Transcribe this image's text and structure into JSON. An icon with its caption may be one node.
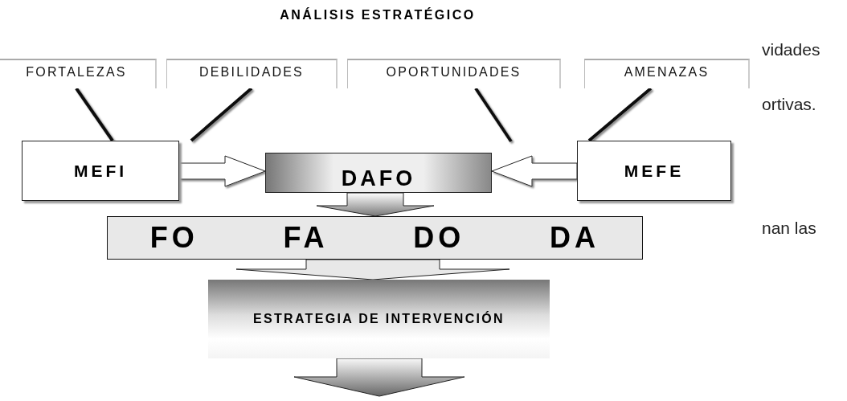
{
  "diagram": {
    "title": "ANÁLISIS ESTRATÉGICO",
    "nodes": [
      {
        "text": [
          "FORTALEZAS"
        ]
      },
      {
        "text": [
          "DEBILIDADES"
        ]
      },
      {
        "text": [
          "OPORTUNIDADES"
        ]
      },
      {
        "text": [
          "AMENAZAS"
        ]
      },
      {
        "text": [
          "MEFI"
        ]
      },
      {
        "text": [
          "DAFO"
        ]
      },
      {
        "text": [
          "MEFE"
        ]
      },
      {
        "text": [
          "FO",
          "FA",
          "DO",
          "DA"
        ]
      },
      {
        "text": [
          "ESTRATEGIA DE INTERVENCIÓN"
        ]
      }
    ],
    "edges": [
      {
        "from": 0,
        "to": 4,
        "arrow": "none"
      },
      {
        "from": 1,
        "to": 4,
        "arrow": "none"
      },
      {
        "from": 2,
        "to": null,
        "arrow": "none"
      },
      {
        "from": 3,
        "to": 6,
        "arrow": "none"
      },
      {
        "from": 4,
        "to": 5,
        "arrow": "to"
      },
      {
        "from": 6,
        "to": 5,
        "arrow": "to"
      },
      {
        "from": 5,
        "to": 7,
        "arrow": "to"
      },
      {
        "from": 7,
        "to": 8,
        "arrow": "to"
      },
      {
        "from": 8,
        "to": null,
        "arrow": "to"
      }
    ],
    "labels": [
      "vidades",
      "ortivas.",
      "nan las"
    ]
  }
}
